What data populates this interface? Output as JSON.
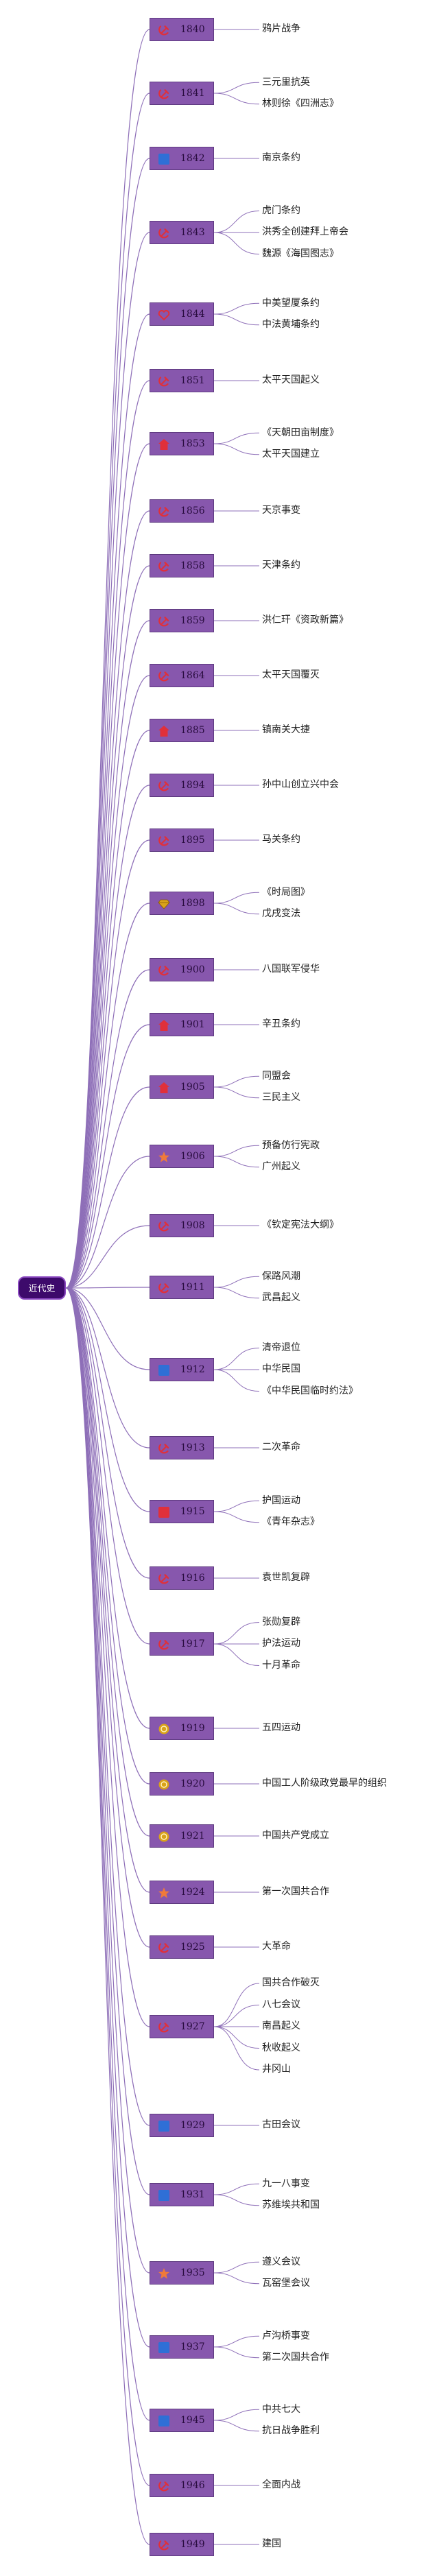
{
  "root": {
    "label": "近代史"
  },
  "colors": {
    "line": "#8e6fb8",
    "box": "#8757ad",
    "rootFill": "#3d0a6b",
    "icon_red": "#e0303a",
    "icon_blue": "#2f6fd6",
    "icon_orange": "#f07a3a",
    "icon_gold": "#d9a21a"
  },
  "timeline": [
    {
      "year": "1840",
      "icon": "hammer-sickle-icon",
      "icon_color": "red",
      "events": [
        "鸦片战争"
      ]
    },
    {
      "year": "1841",
      "icon": "hammer-sickle-icon",
      "icon_color": "red",
      "events": [
        "三元里抗英",
        "林则徐《四洲志》"
      ]
    },
    {
      "year": "1842",
      "icon": "blue-square-icon",
      "icon_color": "blue",
      "events": [
        "南京条约"
      ]
    },
    {
      "year": "1843",
      "icon": "hammer-sickle-icon",
      "icon_color": "red",
      "events": [
        "虎门条约",
        "洪秀全创建拜上帝会",
        "魏源《海国图志》"
      ]
    },
    {
      "year": "1844",
      "icon": "heart-icon",
      "icon_color": "red",
      "events": [
        "中美望厦条约",
        "中法黄埔条约"
      ]
    },
    {
      "year": "1851",
      "icon": "hammer-sickle-icon",
      "icon_color": "red",
      "events": [
        "太平天国起义"
      ]
    },
    {
      "year": "1853",
      "icon": "house-icon",
      "icon_color": "red",
      "events": [
        "《天朝田亩制度》",
        "太平天国建立"
      ]
    },
    {
      "year": "1856",
      "icon": "hammer-sickle-icon",
      "icon_color": "red",
      "events": [
        "天京事变"
      ]
    },
    {
      "year": "1858",
      "icon": "hammer-sickle-icon",
      "icon_color": "red",
      "events": [
        "天津条约"
      ]
    },
    {
      "year": "1859",
      "icon": "hammer-sickle-icon",
      "icon_color": "red",
      "events": [
        "洪仁玕《资政新篇》"
      ]
    },
    {
      "year": "1864",
      "icon": "hammer-sickle-icon",
      "icon_color": "red",
      "events": [
        "太平天国覆灭"
      ]
    },
    {
      "year": "1885",
      "icon": "house-icon",
      "icon_color": "red",
      "events": [
        "镇南关大捷"
      ]
    },
    {
      "year": "1894",
      "icon": "hammer-sickle-icon",
      "icon_color": "red",
      "events": [
        "孙中山创立兴中会"
      ]
    },
    {
      "year": "1895",
      "icon": "hammer-sickle-icon",
      "icon_color": "red",
      "events": [
        "马关条约"
      ]
    },
    {
      "year": "1898",
      "icon": "diamond-icon",
      "icon_color": "gold",
      "events": [
        "《时局图》",
        "戊戌变法"
      ]
    },
    {
      "year": "1900",
      "icon": "hammer-sickle-icon",
      "icon_color": "red",
      "events": [
        "八国联军侵华"
      ]
    },
    {
      "year": "1901",
      "icon": "house-icon",
      "icon_color": "red",
      "events": [
        "辛丑条约"
      ]
    },
    {
      "year": "1905",
      "icon": "house-icon",
      "icon_color": "red",
      "events": [
        "同盟会",
        "三民主义"
      ]
    },
    {
      "year": "1906",
      "icon": "star-icon",
      "icon_color": "orange",
      "events": [
        "预备仿行宪政",
        "广州起义"
      ]
    },
    {
      "year": "1908",
      "icon": "hammer-sickle-icon",
      "icon_color": "red",
      "events": [
        "《钦定宪法大纲》"
      ]
    },
    {
      "year": "1911",
      "icon": "hammer-sickle-icon",
      "icon_color": "red",
      "events": [
        "保路风潮",
        "武昌起义"
      ]
    },
    {
      "year": "1912",
      "icon": "blue-square-icon",
      "icon_color": "blue",
      "events": [
        "清帝退位",
        "中华民国",
        "《中华民国临时约法》"
      ]
    },
    {
      "year": "1913",
      "icon": "hammer-sickle-icon",
      "icon_color": "red",
      "events": [
        "二次革命"
      ]
    },
    {
      "year": "1915",
      "icon": "red-square-icon",
      "icon_color": "red",
      "events": [
        "护国运动",
        "《青年杂志》"
      ]
    },
    {
      "year": "1916",
      "icon": "hammer-sickle-icon",
      "icon_color": "red",
      "events": [
        "袁世凯复辟"
      ]
    },
    {
      "year": "1917",
      "icon": "hammer-sickle-icon",
      "icon_color": "red",
      "events": [
        "张勋复辟",
        "护法运动",
        "十月革命"
      ]
    },
    {
      "year": "1919",
      "icon": "medal-icon",
      "icon_color": "gold",
      "events": [
        "五四运动"
      ]
    },
    {
      "year": "1920",
      "icon": "medal-icon",
      "icon_color": "gold",
      "events": [
        "中国工人阶级政党最早的组织"
      ]
    },
    {
      "year": "1921",
      "icon": "medal-icon",
      "icon_color": "gold",
      "events": [
        "中国共产党成立"
      ]
    },
    {
      "year": "1924",
      "icon": "star-icon",
      "icon_color": "orange",
      "events": [
        "第一次国共合作"
      ]
    },
    {
      "year": "1925",
      "icon": "hammer-sickle-icon",
      "icon_color": "red",
      "events": [
        "大革命"
      ]
    },
    {
      "year": "1927",
      "icon": "hammer-sickle-icon",
      "icon_color": "red",
      "events": [
        "国共合作破灭",
        "八七会议",
        "南昌起义",
        "秋收起义",
        "井冈山"
      ]
    },
    {
      "year": "1929",
      "icon": "blue-square-icon",
      "icon_color": "blue",
      "events": [
        "古田会议"
      ]
    },
    {
      "year": "1931",
      "icon": "blue-square-icon",
      "icon_color": "blue",
      "events": [
        "九一八事变",
        "苏维埃共和国"
      ]
    },
    {
      "year": "1935",
      "icon": "star-icon",
      "icon_color": "orange",
      "events": [
        "遵义会议",
        "瓦窑堡会议"
      ]
    },
    {
      "year": "1937",
      "icon": "blue-square-icon",
      "icon_color": "blue",
      "events": [
        "卢沟桥事变",
        "第二次国共合作"
      ]
    },
    {
      "year": "1945",
      "icon": "blue-square-icon",
      "icon_color": "blue",
      "events": [
        "中共七大",
        "抗日战争胜利"
      ]
    },
    {
      "year": "1946",
      "icon": "hammer-sickle-icon",
      "icon_color": "red",
      "events": [
        "全面内战"
      ]
    },
    {
      "year": "1949",
      "icon": "hammer-sickle-icon",
      "icon_color": "red",
      "events": [
        "建国"
      ]
    }
  ]
}
